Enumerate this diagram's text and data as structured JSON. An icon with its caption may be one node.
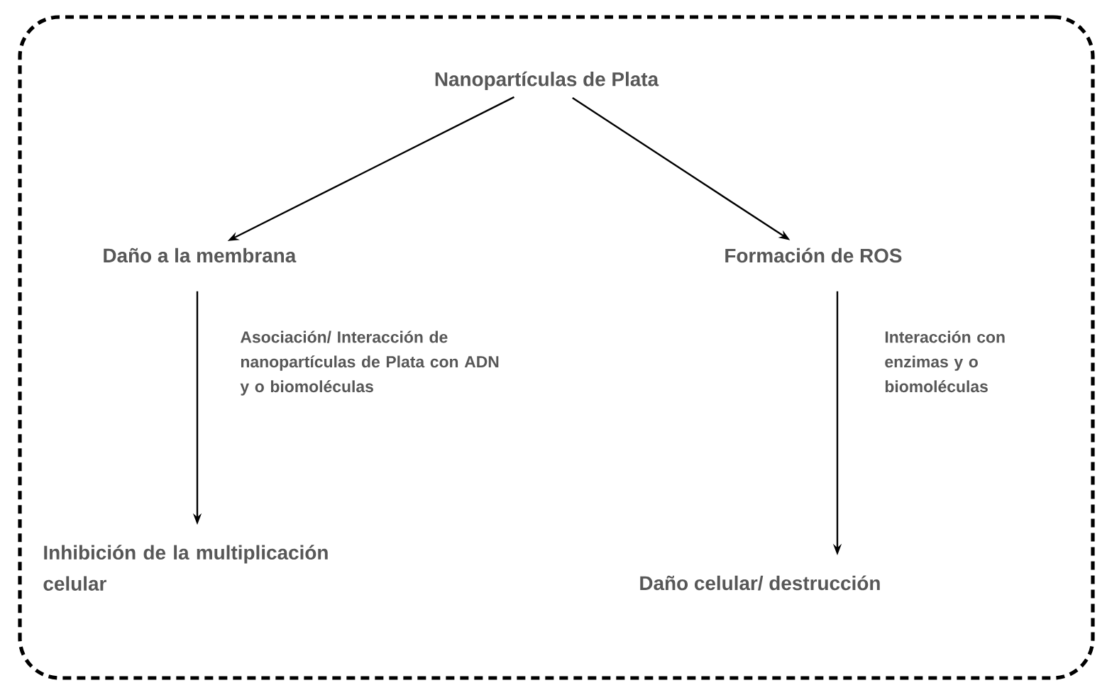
{
  "diagram": {
    "nodes": [
      {
        "text": [],
        "shape": "box"
      },
      {
        "text": [
          "Nanopartículas de Plata"
        ],
        "in": 0
      },
      {
        "text": [
          "Daño a la membrana"
        ],
        "in": 0
      },
      {
        "text": [
          "Formación de ROS"
        ],
        "in": 0
      },
      {
        "text": [
          "Inhibición de la multiplicación celular"
        ],
        "in": 0
      },
      {
        "text": [
          "Daño celular/ destrucción"
        ],
        "in": 0
      }
    ],
    "edges": [
      {
        "from": 1,
        "to": 2,
        "arrow": "to"
      },
      {
        "from": 1,
        "to": 3,
        "arrow": "to"
      },
      {
        "from": 2,
        "to": 4,
        "arrow": "to",
        "label": "Asociación/ Interacción de nanopartículas de Plata con ADN y o biomoléculas"
      },
      {
        "from": 3,
        "to": 5,
        "arrow": "to",
        "label": "Interacción con enzimas y o biomoléculas"
      }
    ]
  }
}
